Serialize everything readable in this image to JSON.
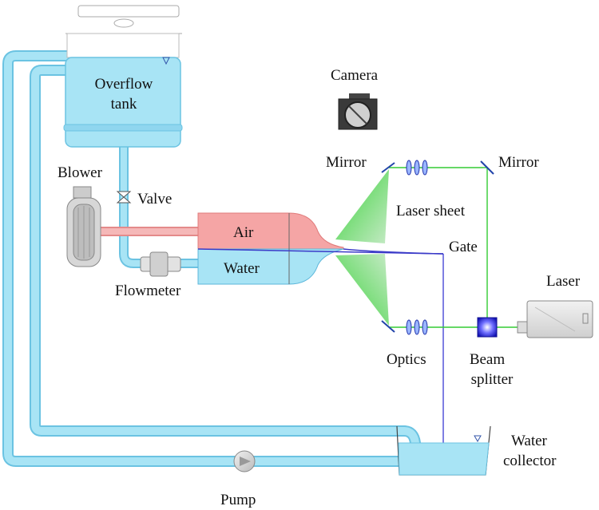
{
  "labels": {
    "overflow_tank_line1": "Overflow",
    "overflow_tank_line2": "tank",
    "camera": "Camera",
    "mirror_left": "Mirror",
    "mirror_right": "Mirror",
    "blower": "Blower",
    "valve": "Valve",
    "laser_sheet": "Laser sheet",
    "air": "Air",
    "gate": "Gate",
    "water": "Water",
    "flowmeter": "Flowmeter",
    "laser": "Laser",
    "optics": "Optics",
    "beam_splitter_line1": "Beam",
    "beam_splitter_line2": "splitter",
    "water_collector_line1": "Water",
    "water_collector_line2": "collector",
    "pump": "Pump"
  },
  "colors": {
    "water": "#a8e4f5",
    "pipe": "#8fd6ef",
    "air": "#f5a5a5",
    "laser_beam": "#33cc33",
    "laser_sheet": "#22cc22",
    "splitter": "#1a1acc",
    "gate_line": "#2a2ad0"
  }
}
